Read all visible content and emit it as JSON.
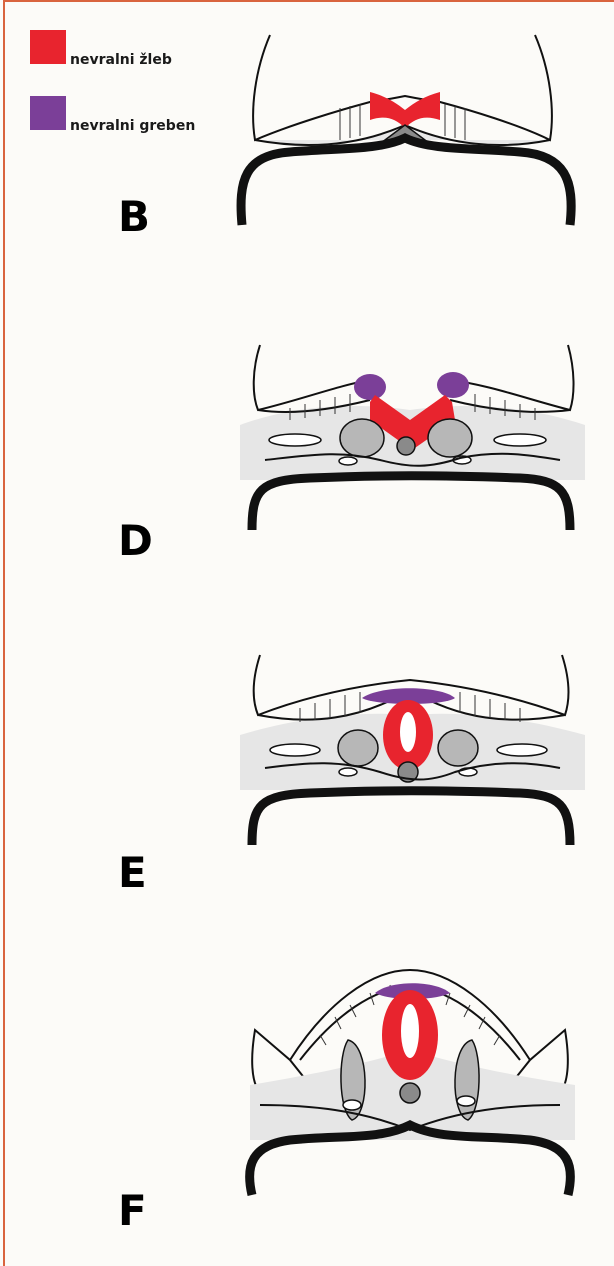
{
  "legend": {
    "items": [
      {
        "label": "nevralni žleb",
        "color": "#e8242e"
      },
      {
        "label": "nevralni greben",
        "color": "#7b3f98"
      }
    ]
  },
  "panels": [
    {
      "label": "B"
    },
    {
      "label": "D"
    },
    {
      "label": "E"
    },
    {
      "label": "F"
    }
  ],
  "colors": {
    "frame": "#d9643f",
    "neural_groove": "#e8242e",
    "neural_crest": "#7b3f98",
    "tissue": "#e4e4e4",
    "line": "#111111"
  }
}
